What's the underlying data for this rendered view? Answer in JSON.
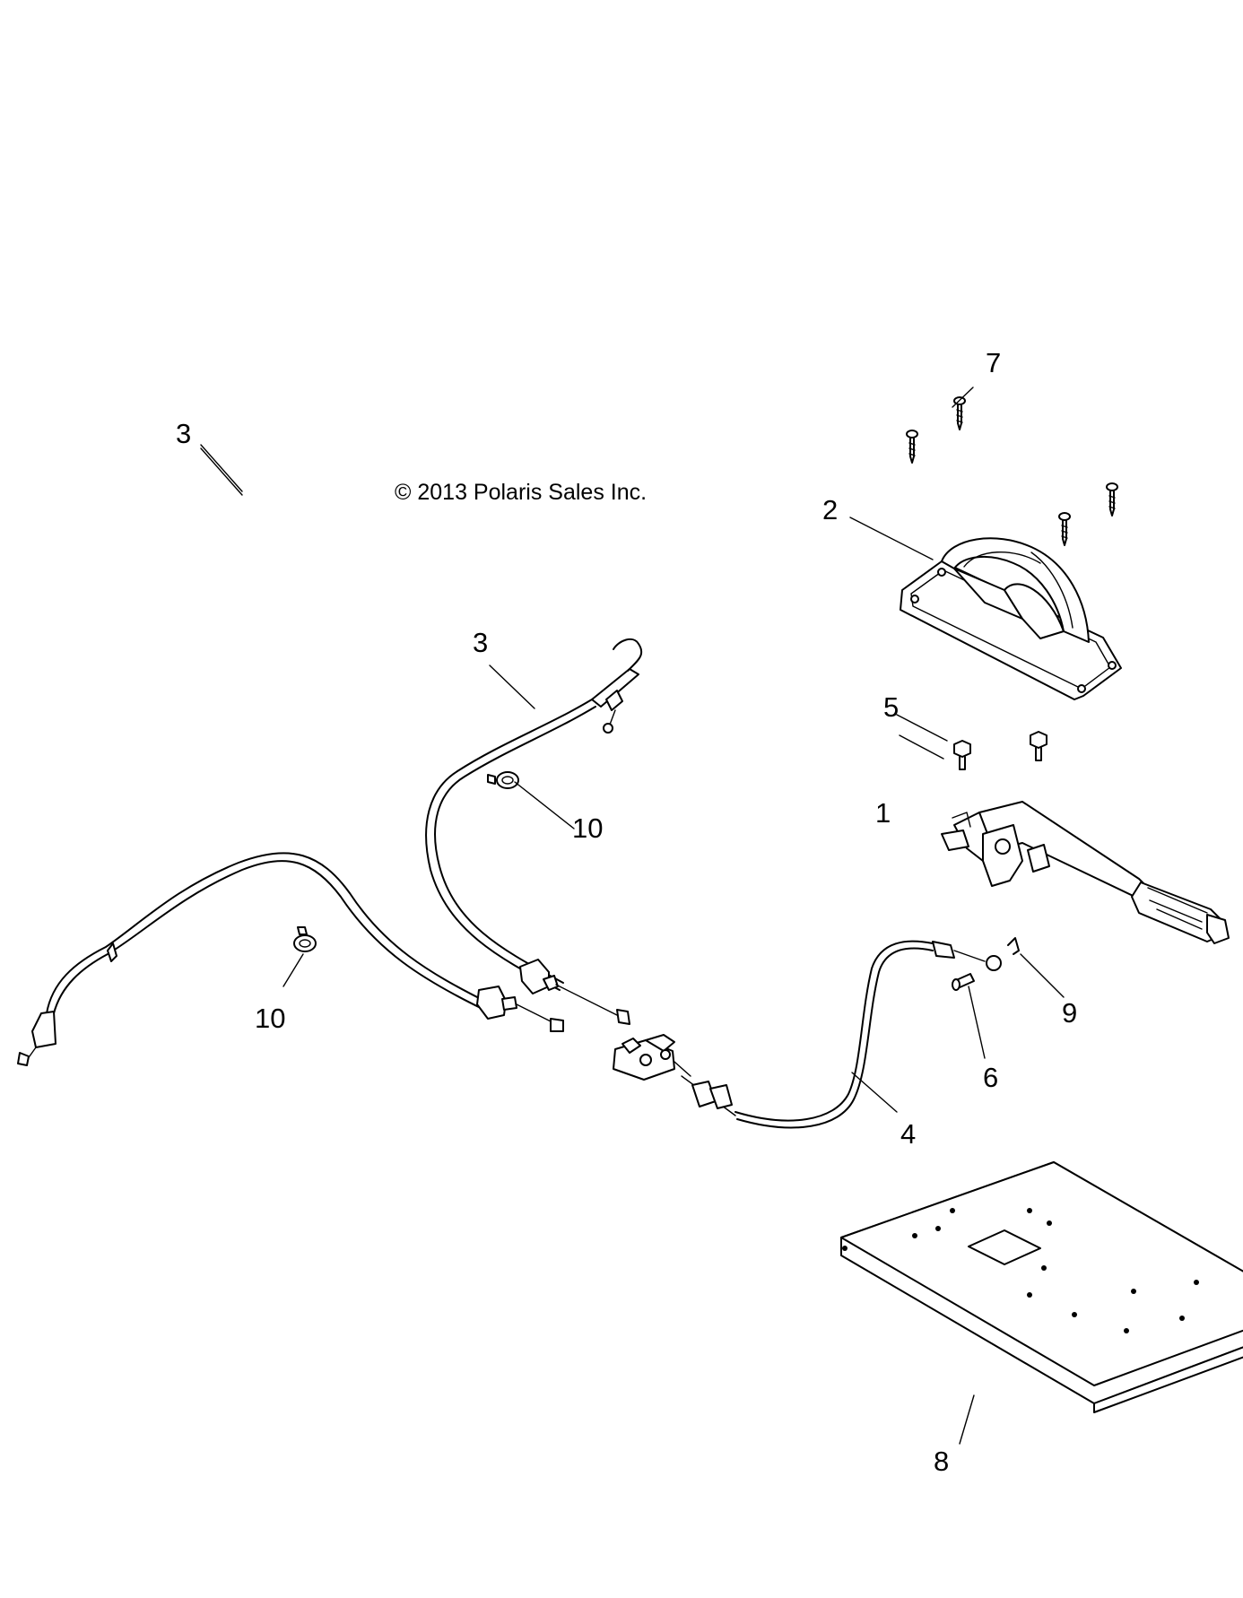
{
  "copyright": "© 2013 Polaris Sales Inc.",
  "callouts": {
    "c1": "1",
    "c2": "2",
    "c3a": "3",
    "c3b": "3",
    "c4": "4",
    "c5": "5",
    "c6": "6",
    "c7": "7",
    "c8": "8",
    "c9": "9",
    "c10a": "10",
    "c10b": "10"
  }
}
